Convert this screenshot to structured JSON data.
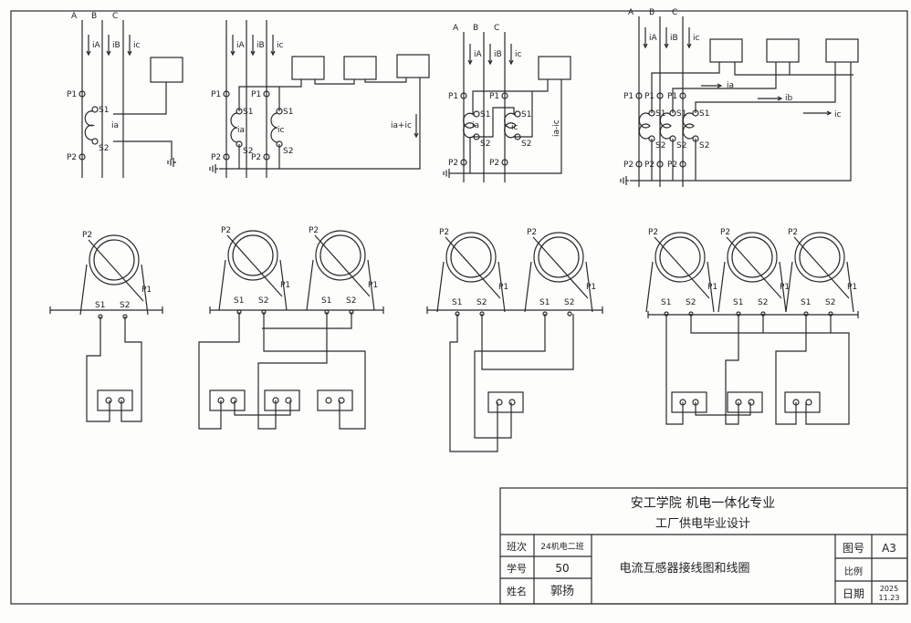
{
  "labels": {
    "phase_a": "A",
    "phase_b": "B",
    "phase_c": "C",
    "i_a": "iA",
    "i_b": "iB",
    "i_c": "ic",
    "sec_a": "ia",
    "sec_b": "ib",
    "sec_c": "ic",
    "p1": "P1",
    "p2": "P2",
    "s1": "S1",
    "s2": "S2",
    "sum_label": "ia+ic",
    "diff_label": "ia-ic"
  },
  "title_block": {
    "school": "安工学院 机电一体化专业",
    "project": "工厂供电毕业设计",
    "class_label": "班次",
    "class_value": "24机电二班",
    "id_label": "学号",
    "id_value": "50",
    "name_label": "姓名",
    "name_value": "郭扬",
    "drawing_title": "电流互感器接线图和线圈",
    "drawing_no_label": "图号",
    "drawing_no_value": "A3",
    "scale_label": "比例",
    "scale_value": "",
    "date_label": "日期",
    "date_value_year": "2025",
    "date_value_day": "11.23"
  }
}
